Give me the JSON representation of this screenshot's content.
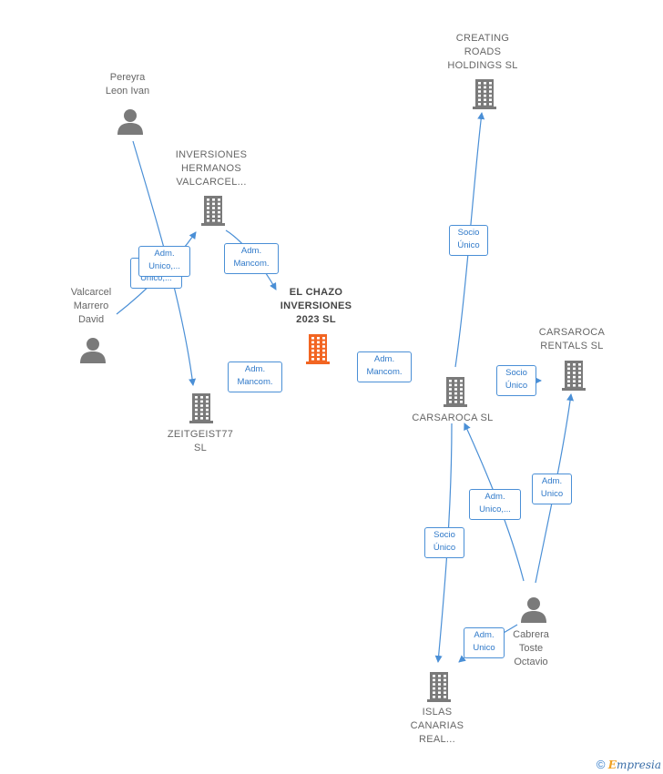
{
  "nodes": [
    {
      "id": "creating",
      "type": "company",
      "label": "CREATING\nROADS\nHOLDINGS  SL"
    },
    {
      "id": "pereyra",
      "type": "person",
      "label": "Pereyra\nLeon Ivan"
    },
    {
      "id": "inversiones",
      "type": "company",
      "label": "INVERSIONES\nHERMANOS\nVALCARCEL..."
    },
    {
      "id": "chazo",
      "type": "company",
      "focus": true,
      "label": "EL CHAZO\nINVERSIONES\n2023  SL"
    },
    {
      "id": "valcarcel",
      "type": "person",
      "label": "Valcarcel\nMarrero\nDavid"
    },
    {
      "id": "zeitgeist",
      "type": "company",
      "label": "ZEITGEIST77\nSL"
    },
    {
      "id": "carsaroca_rentals",
      "type": "company",
      "label": "CARSAROCA\nRENTALS  SL"
    },
    {
      "id": "carsaroca",
      "type": "company",
      "label": "CARSAROCA SL"
    },
    {
      "id": "cabrera",
      "type": "person",
      "label": "Cabrera\nToste\nOctavio"
    },
    {
      "id": "islas",
      "type": "company",
      "label": "ISLAS\nCANARIAS\nREAL..."
    }
  ],
  "edges": [
    {
      "from": "pereyra",
      "to": "zeitgeist",
      "label": "Adm.\nUnico,..."
    },
    {
      "from": "valcarcel",
      "to": "inversiones",
      "label": "Adm.\nUnico,..."
    },
    {
      "from": "inversiones",
      "to": "chazo",
      "label": "Adm.\nMancom."
    },
    {
      "from": "zeitgeist",
      "to": "chazo",
      "label": "Adm.\nMancom."
    },
    {
      "from": "carsaroca",
      "to": "chazo",
      "label": "Adm.\nMancom."
    },
    {
      "from": "carsaroca",
      "to": "creating",
      "label": "Socio\nÚnico"
    },
    {
      "from": "carsaroca",
      "to": "carsaroca_rentals",
      "label": "Socio\nÚnico"
    },
    {
      "from": "cabrera",
      "to": "carsaroca",
      "label": "Adm.\nUnico,..."
    },
    {
      "from": "cabrera",
      "to": "carsaroca_rentals",
      "label": "Adm.\nUnico"
    },
    {
      "from": "carsaroca",
      "to": "islas",
      "label": "Socio\nÚnico"
    },
    {
      "from": "cabrera",
      "to": "islas",
      "label": "Adm.\nUnico"
    }
  ],
  "colors": {
    "edge": "#4a8fd6",
    "edge_text": "#2f79c9",
    "icon": "#7a7a7a",
    "focus_icon": "#f26522",
    "label_text": "#666666"
  },
  "footer": {
    "copyright": "©",
    "brand_initial": "E",
    "brand_rest": "mpresia"
  }
}
